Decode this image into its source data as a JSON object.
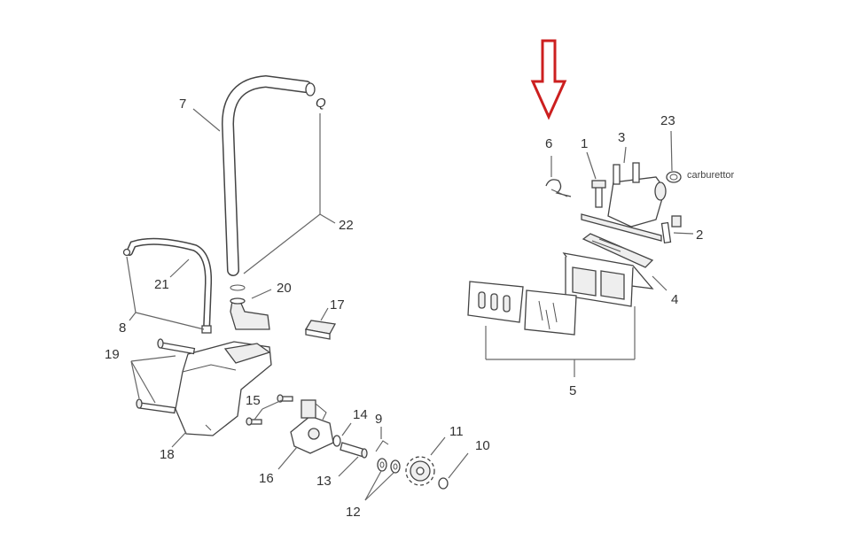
{
  "diagram": {
    "labels": {
      "p1": "1",
      "p2": "2",
      "p3": "3",
      "p4": "4",
      "p5": "5",
      "p6": "6",
      "p7": "7",
      "p8": "8",
      "p9": "9",
      "p10": "10",
      "p11": "11",
      "p12": "12",
      "p13": "13",
      "p14": "14",
      "p15": "15",
      "p16": "16",
      "p17": "17",
      "p18": "18",
      "p19": "19",
      "p20": "20",
      "p21": "21",
      "p22": "22",
      "p23": "23"
    },
    "annotations": {
      "carburettor": "carburettor",
      "q": "Q"
    },
    "highlight_color": "#cc1f1f"
  }
}
